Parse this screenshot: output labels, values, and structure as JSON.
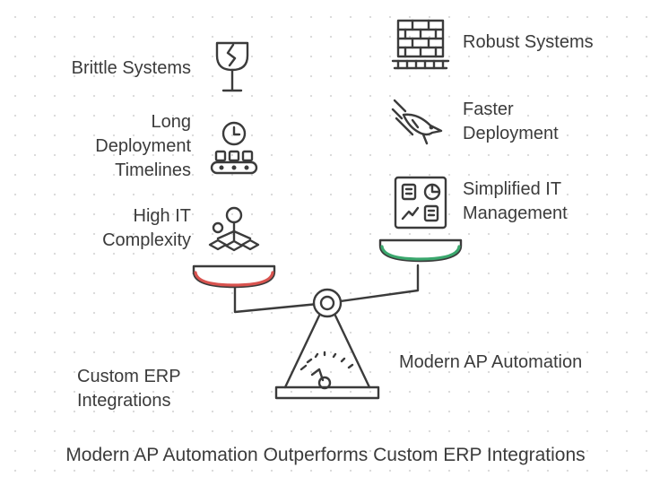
{
  "left": {
    "items": [
      {
        "label": "Brittle Systems",
        "icon": "broken-glass-icon"
      },
      {
        "label": "Long\nDeployment\nTimelines",
        "icon": "clock-conveyor-icon"
      },
      {
        "label": "High IT\nComplexity",
        "icon": "network-hierarchy-icon"
      }
    ],
    "base_label": "Custom ERP\nIntegrations",
    "pan_color": "#d9534f"
  },
  "right": {
    "items": [
      {
        "label": "Robust Systems",
        "icon": "brick-wall-icon"
      },
      {
        "label": "Faster\nDeployment",
        "icon": "speeding-bird-icon"
      },
      {
        "label": "Simplified IT\nManagement",
        "icon": "dashboard-icon"
      }
    ],
    "base_label": "Modern AP Automation",
    "pan_color": "#3aa76d"
  },
  "footer": {
    "title": "Modern AP Automation Outperforms Custom ERP Integrations"
  }
}
